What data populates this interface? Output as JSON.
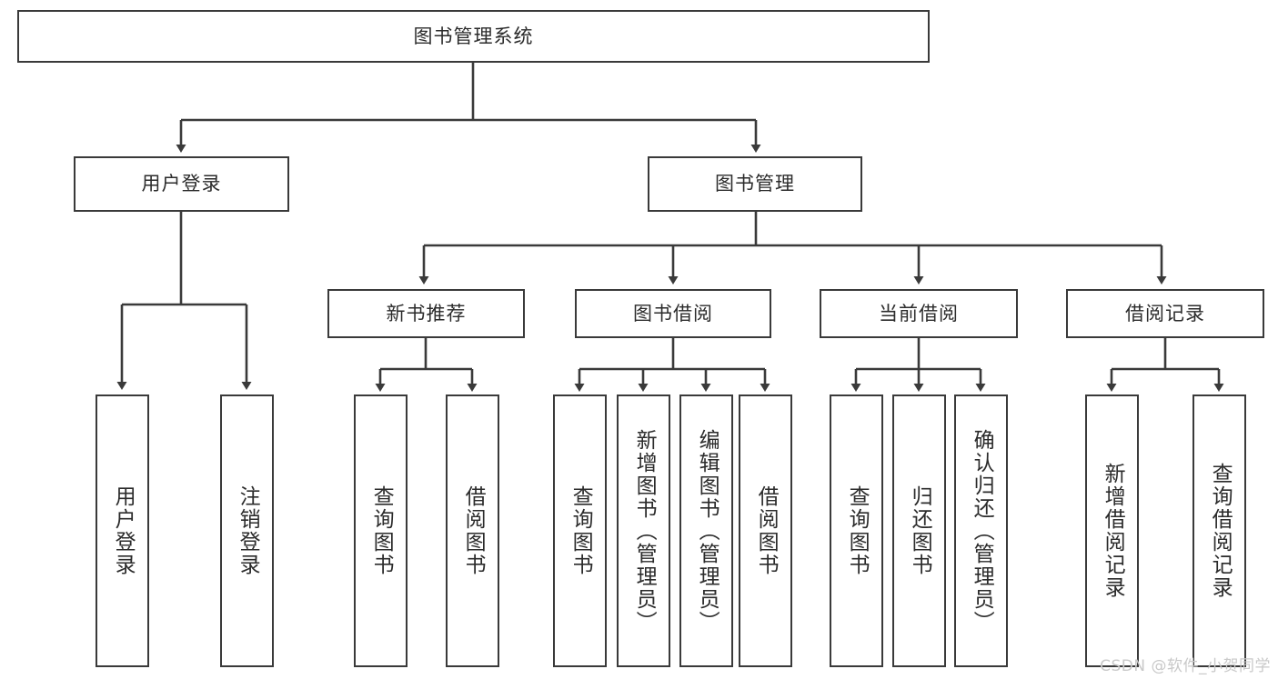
{
  "diagram": {
    "title": "图书管理系统",
    "type": "tree-hierarchy-flowchart",
    "watermark": "CSDN @软件_小贺同学",
    "colors": {
      "stroke": "#3a3a3a",
      "text": "#2b2b2b",
      "background": "#ffffff",
      "watermark": "#c9c9c9"
    },
    "root": {
      "label": "图书管理系统"
    },
    "level2": [
      {
        "label": "用户登录"
      },
      {
        "label": "图书管理"
      }
    ],
    "level3": [
      {
        "label": "新书推荐"
      },
      {
        "label": "图书借阅"
      },
      {
        "label": "当前借阅"
      },
      {
        "label": "借阅记录"
      }
    ],
    "leaves": {
      "user_login": [
        {
          "label": "用户登录"
        },
        {
          "label": "注销登录"
        }
      ],
      "new_book_recommend": [
        {
          "label": "查询图书"
        },
        {
          "label": "借阅图书"
        }
      ],
      "book_borrow": [
        {
          "label": "查询图书"
        },
        {
          "label": "新增图书（管理员）"
        },
        {
          "label": "编辑图书（管理员）"
        },
        {
          "label": "借阅图书"
        }
      ],
      "current_borrow": [
        {
          "label": "查询图书"
        },
        {
          "label": "归还图书"
        },
        {
          "label": "确认归还（管理员）"
        }
      ],
      "borrow_record": [
        {
          "label": "新增借阅记录"
        },
        {
          "label": "查询借阅记录"
        }
      ]
    }
  }
}
